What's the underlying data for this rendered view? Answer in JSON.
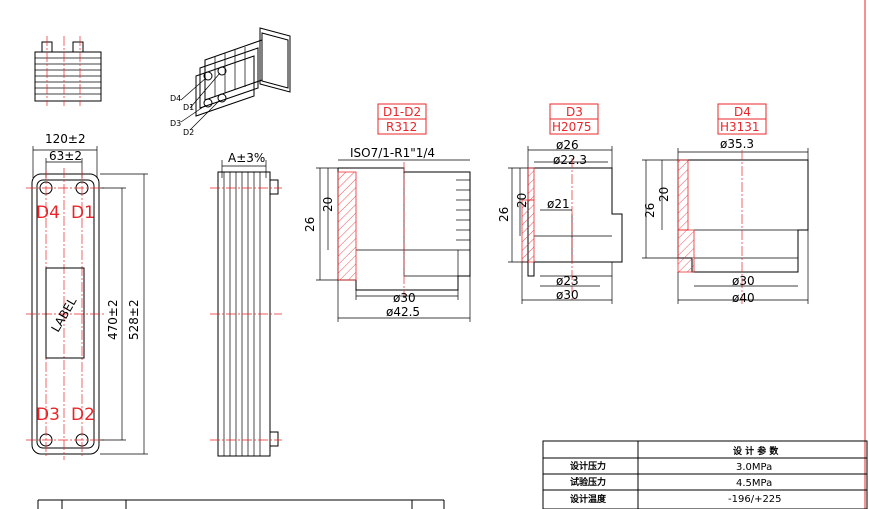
{
  "front_view": {
    "width_overall": "120±2",
    "port_spacing": "63±2",
    "height_overall": "528±2",
    "port_height_spacing": "470±2",
    "label": "LABEL",
    "ports": {
      "d1": "D1",
      "d2": "D2",
      "d3": "D3",
      "d4": "D4"
    }
  },
  "side_view": {
    "thickness": "A±3%"
  },
  "iso_view": {
    "ports": [
      "D4",
      "D1",
      "D3",
      "D2"
    ]
  },
  "connection_d1_d2": {
    "tag": "D1-D2",
    "code": "R312",
    "thread": "ISO7/1-R1\"1/4",
    "len_26": "26",
    "len_20": "20",
    "dia_inner": "ø30",
    "dia_outer": "ø42.5"
  },
  "connection_d3": {
    "tag": "D3",
    "code": "H2075",
    "dia_top": "ø26",
    "dia_top2": "ø22.3",
    "dia_mid": "ø21",
    "len_20": "20",
    "len_26": "26",
    "dia_low1": "ø23",
    "dia_low2": "ø30"
  },
  "connection_d4": {
    "tag": "D4",
    "code": "H3131",
    "dia_top": "ø35.3",
    "len_20": "20",
    "len_26": "26",
    "dia_low1": "ø30",
    "dia_low2": "ø40"
  },
  "design_table": {
    "header": "设 计 参 数",
    "rows": [
      {
        "label": "设计压力",
        "value": "3.0MPa"
      },
      {
        "label": "试验压力",
        "value": "4.5MPa"
      },
      {
        "label": "设计温度",
        "value": "-196/+225"
      }
    ]
  }
}
